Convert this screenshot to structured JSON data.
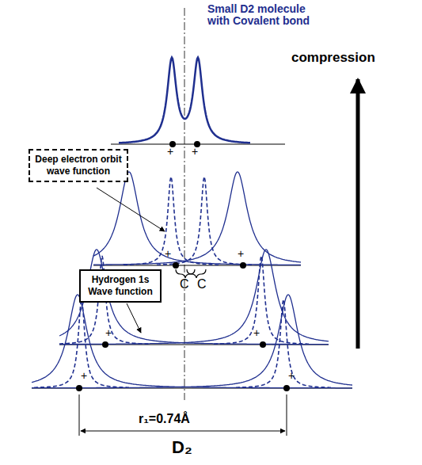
{
  "diagram": {
    "nodes": [
      {
        "text": [
          "Deep electron orbit wave function"
        ]
      },
      {
        "text": [
          "Hydrogen 1s Wave function"
        ]
      }
    ],
    "labels": [
      "Small D2 molecule with Covalent bond",
      "compression",
      "+",
      "+",
      "+",
      "+",
      "+",
      "+",
      "+",
      "+",
      "C",
      "C",
      "r₁=0.74Å",
      "D₂"
    ]
  }
}
